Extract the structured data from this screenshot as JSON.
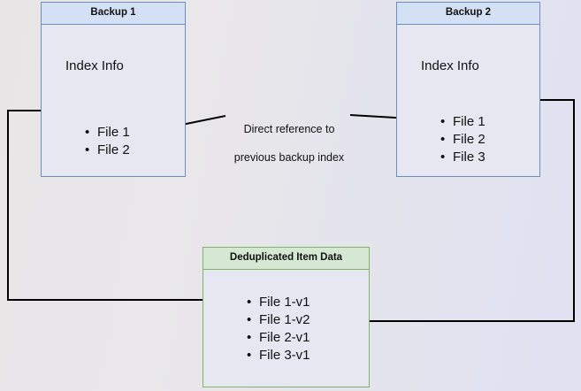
{
  "diagram": {
    "title_hidden": "Backup deduplication index reference diagram",
    "background": {
      "gradient_from": "#e8e5e6",
      "gradient_to": "#e0e2f2"
    },
    "colors": {
      "blue_border": "#6c8ebf",
      "blue_title_fill": "#d4e1f5",
      "green_border": "#82b366",
      "green_title_fill": "#d5e8d4",
      "body_fill": "#e7e7f2",
      "connector": "#000000"
    }
  },
  "nodes": {
    "backup1": {
      "title": "Backup 1",
      "section_label": "Index Info",
      "files": [
        "File 1",
        "File 2"
      ]
    },
    "backup2": {
      "title": "Backup 2",
      "section_label": "Index Info",
      "files": [
        "File 1",
        "File 2",
        "File 3"
      ]
    },
    "dedup": {
      "title": "Deduplicated Item Data",
      "files": [
        "File 1-v1",
        "File 1-v2",
        "File 2-v1",
        "File 3-v1"
      ]
    }
  },
  "edges": {
    "direct_reference": {
      "label_line1": "Direct reference to",
      "label_line2": "previous backup index"
    }
  }
}
